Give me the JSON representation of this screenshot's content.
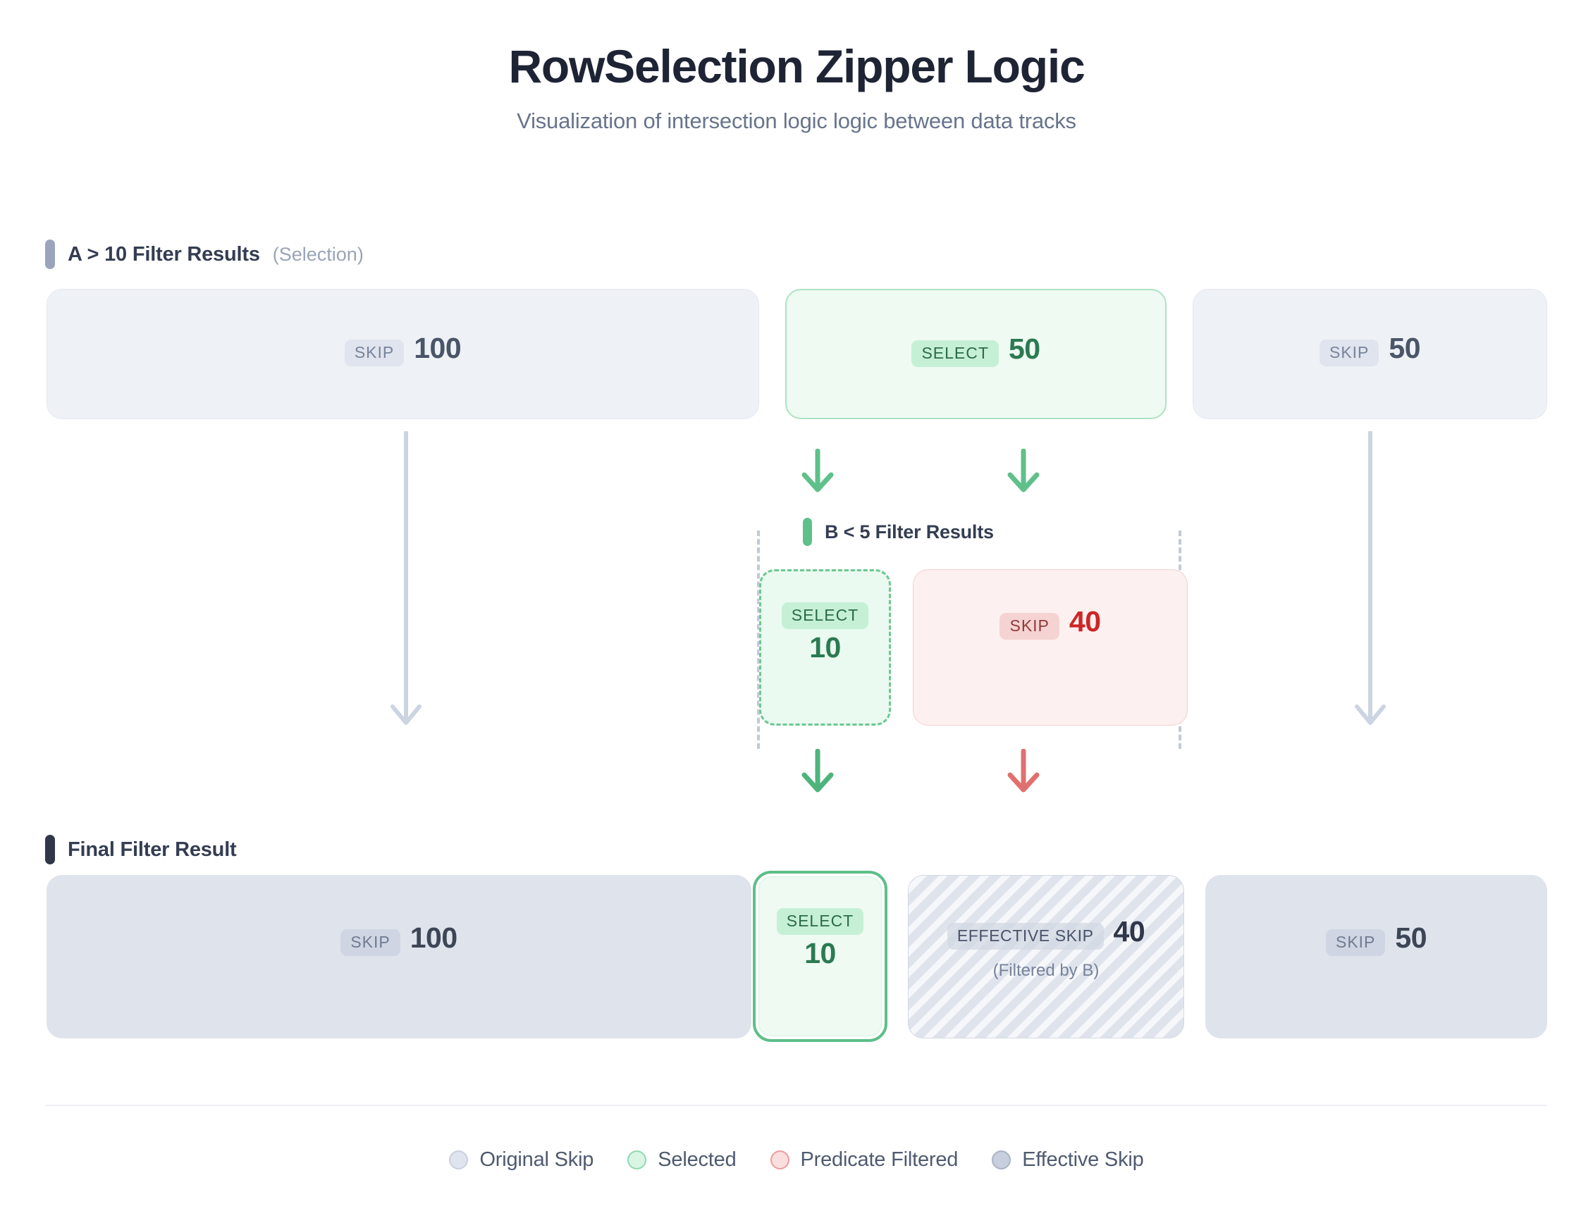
{
  "header": {
    "title": "RowSelection Zipper Logic",
    "subtitle": "Visualization of intersection logic logic between data tracks"
  },
  "sections": {
    "selection": {
      "label": "A > 10 Filter Results",
      "note": "(Selection)",
      "bar_color": "#9aa5bb"
    },
    "predicate": {
      "label": "B < 5 Filter Results",
      "bar_color": "#5fc08a"
    },
    "final": {
      "label": "Final Filter Result",
      "bar_color": "#2f3748"
    }
  },
  "selection_row": [
    {
      "tag": "SKIP",
      "value": "100",
      "kind": "original-skip"
    },
    {
      "tag": "SELECT",
      "value": "50",
      "kind": "selected"
    },
    {
      "tag": "SKIP",
      "value": "50",
      "kind": "original-skip"
    }
  ],
  "predicate_row": [
    {
      "tag": "SELECT",
      "value": "10",
      "kind": "selected"
    },
    {
      "tag": "SKIP",
      "value": "40",
      "kind": "predicate-filtered"
    }
  ],
  "final_row": [
    {
      "tag": "SKIP",
      "value": "100",
      "kind": "effective-skip",
      "note": ""
    },
    {
      "tag": "SELECT",
      "value": "10",
      "kind": "selected",
      "note": ""
    },
    {
      "tag": "EFFECTIVE SKIP",
      "value": "40",
      "kind": "effective-skip-hatched",
      "note": "(Filtered by B)"
    },
    {
      "tag": "SKIP",
      "value": "50",
      "kind": "effective-skip",
      "note": ""
    }
  ],
  "legend": [
    {
      "label": "Original Skip",
      "color": "#dfe4ee",
      "border": "#c9d0de"
    },
    {
      "label": "Selected",
      "color": "#d9f5e4",
      "border": "#8fd9ae"
    },
    {
      "label": "Predicate Filtered",
      "color": "#fbdede",
      "border": "#ef9c9c"
    },
    {
      "label": "Effective Skip",
      "color": "#c7cedd",
      "border": "#a9b3c6"
    }
  ],
  "chart_data": {
    "type": "diagram",
    "title": "RowSelection Zipper Logic",
    "tracks": [
      {
        "name": "A > 10 Filter Results",
        "segments": [
          {
            "state": "SKIP",
            "rows": 100
          },
          {
            "state": "SELECT",
            "rows": 50
          },
          {
            "state": "SKIP",
            "rows": 50
          }
        ]
      },
      {
        "name": "B < 5 Filter Results",
        "segments": [
          {
            "state": "SELECT",
            "rows": 10
          },
          {
            "state": "SKIP",
            "rows": 40
          }
        ]
      },
      {
        "name": "Final Filter Result",
        "segments": [
          {
            "state": "SKIP",
            "rows": 100
          },
          {
            "state": "SELECT",
            "rows": 10
          },
          {
            "state": "EFFECTIVE SKIP",
            "rows": 40
          },
          {
            "state": "SKIP",
            "rows": 50
          }
        ]
      }
    ]
  }
}
